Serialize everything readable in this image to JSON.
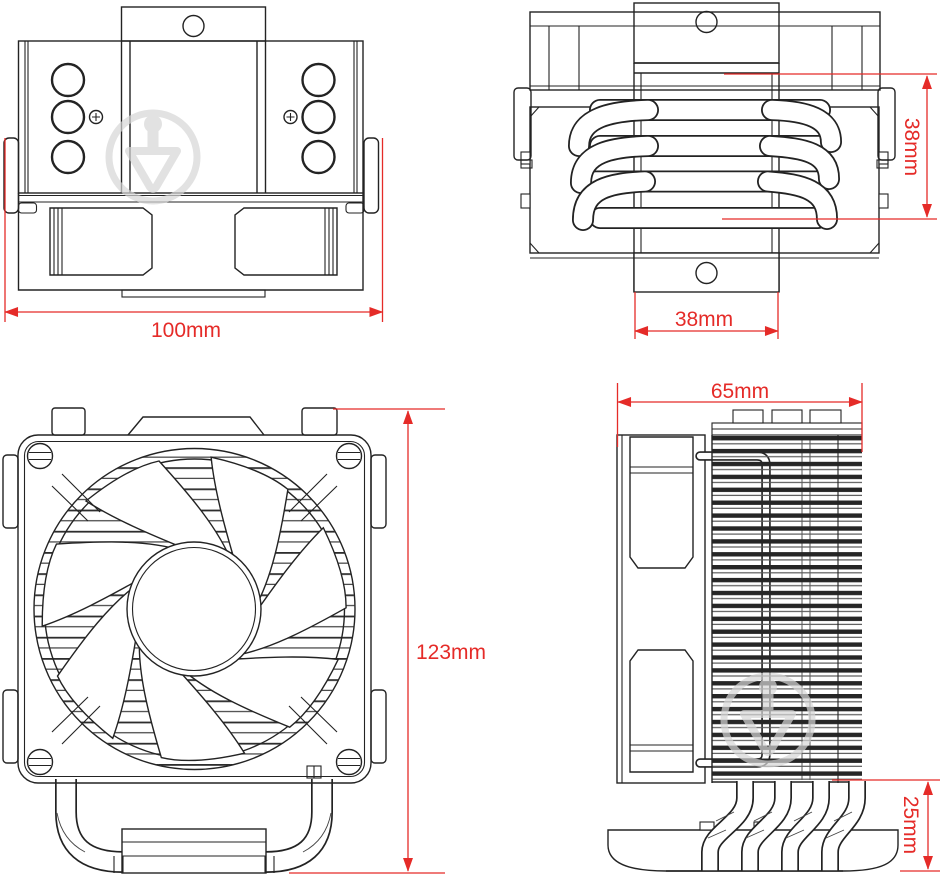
{
  "drawing": {
    "title": "CPU cooler dimensional technical drawing",
    "units": "mm",
    "view_count": 4
  },
  "colors": {
    "background": "#ffffff",
    "line": "#232323",
    "dimension_red": "#e52b28",
    "watermark_gray": "#d6d6d6"
  },
  "views": {
    "top": {
      "name": "top view with fan and mounting bracket",
      "dims": {
        "width": "100mm"
      }
    },
    "rear_top": {
      "name": "top view rotated showing heat pipe loops",
      "dims": {
        "height": "38mm",
        "width": "38mm"
      }
    },
    "front": {
      "name": "front view with fan blades",
      "dims": {
        "height": "123mm"
      }
    },
    "side": {
      "name": "side view with fin stack and heat pipes",
      "dims": {
        "width": "65mm",
        "base_height": "25mm"
      }
    }
  },
  "watermark": {
    "name": "circular trowel logo watermark",
    "count": 2
  }
}
